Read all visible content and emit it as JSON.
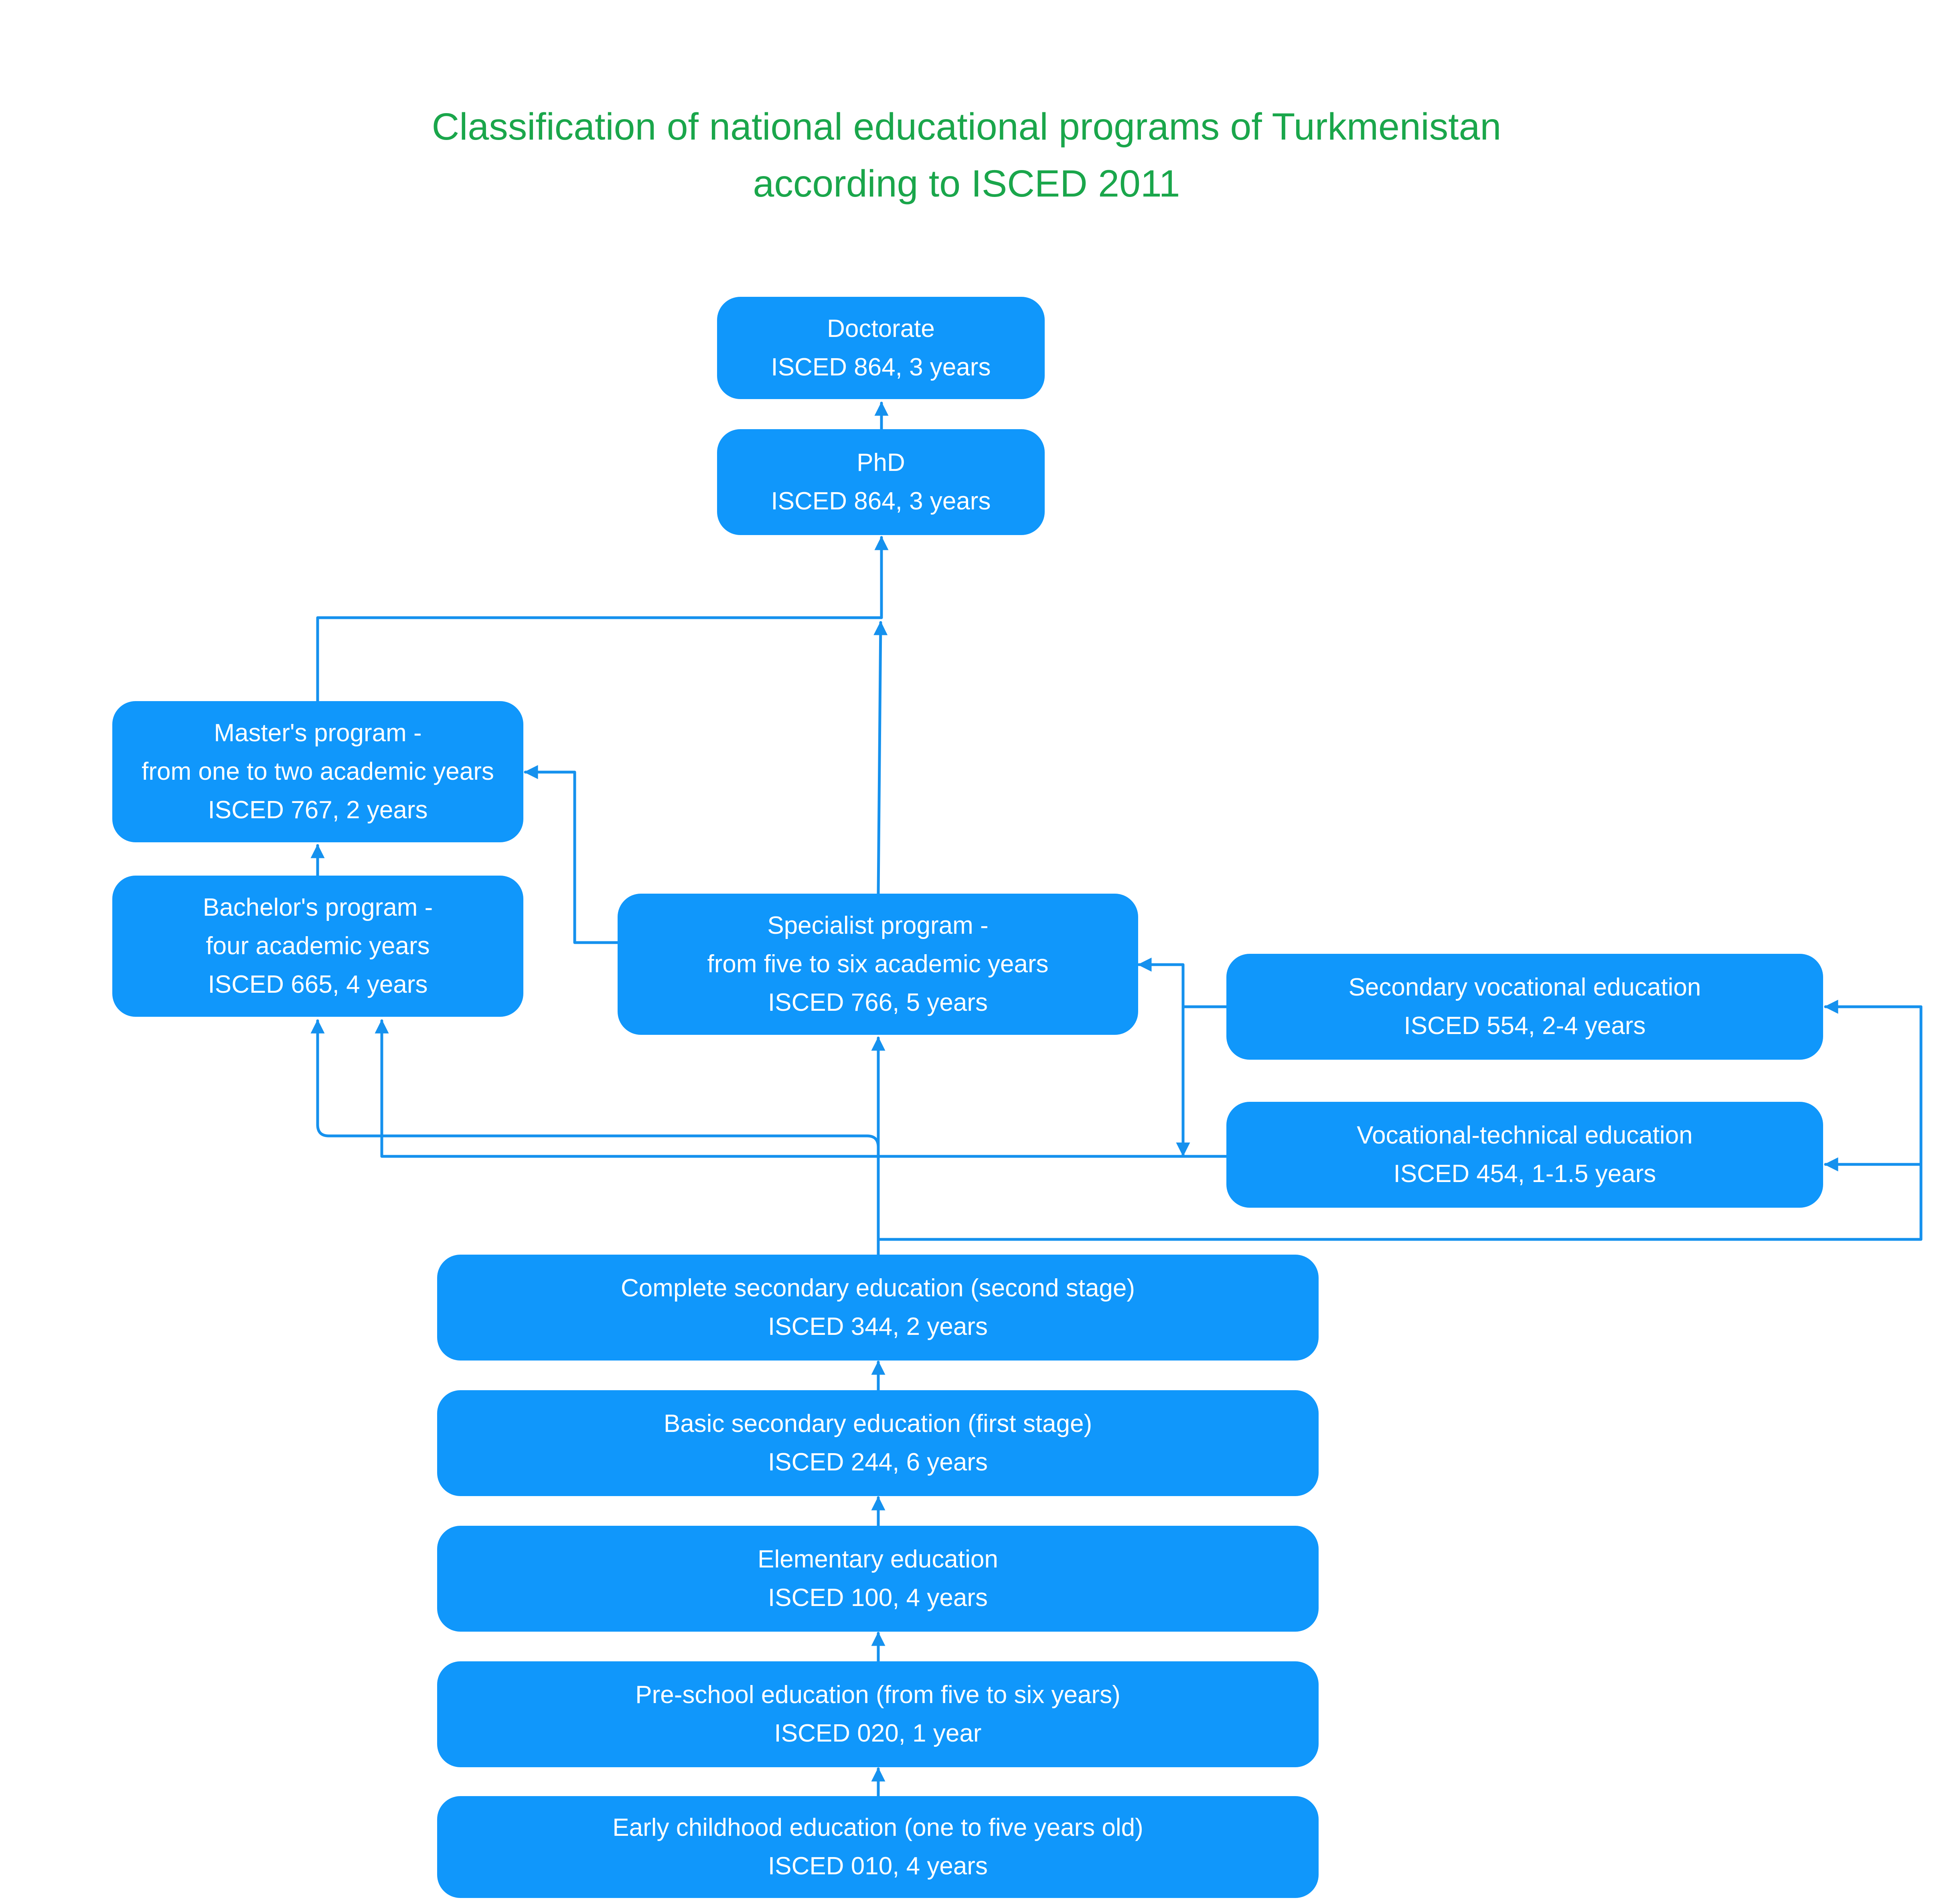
{
  "title": {
    "line1": "Classification of national educational programs of Turkmenistan",
    "line2": "according to ISCED 2011",
    "color": "#1aa64b"
  },
  "colors": {
    "node_fill": "#1097fb",
    "node_text": "#ffffff",
    "connector": "#1591ee"
  },
  "nodes": {
    "doctorate": {
      "name": "Doctorate",
      "isced": "ISCED 864, 3 years"
    },
    "phd": {
      "name": "PhD",
      "isced": "ISCED 864, 3 years"
    },
    "masters": {
      "name": "Master's program -",
      "duration": "from one to two academic years",
      "isced": "ISCED 767, 2 years"
    },
    "bachelors": {
      "name": "Bachelor's program -",
      "duration": "four academic years",
      "isced": "ISCED 665, 4 years"
    },
    "specialist": {
      "name": "Specialist program -",
      "duration": "from five to six academic years",
      "isced": "ISCED 766, 5 years"
    },
    "secondary_vocational": {
      "name": "Secondary vocational education",
      "isced": "ISCED 554, 2-4 years"
    },
    "vocational_technical": {
      "name": "Vocational-technical education",
      "isced": "ISCED 454, 1-1.5 years"
    },
    "complete_secondary": {
      "name": "Complete secondary education (second stage)",
      "isced": "ISCED 344, 2 years"
    },
    "basic_secondary": {
      "name": "Basic secondary education (first stage)",
      "isced": "ISCED 244, 6 years"
    },
    "elementary": {
      "name": "Elementary education",
      "isced": "ISCED 100, 4 years"
    },
    "preschool": {
      "name": "Pre-school education (from five to six years)",
      "isced": "ISCED 020, 1 year"
    },
    "early_childhood": {
      "name": "Early childhood education (one to five years old)",
      "isced": "ISCED 010, 4 years"
    }
  }
}
